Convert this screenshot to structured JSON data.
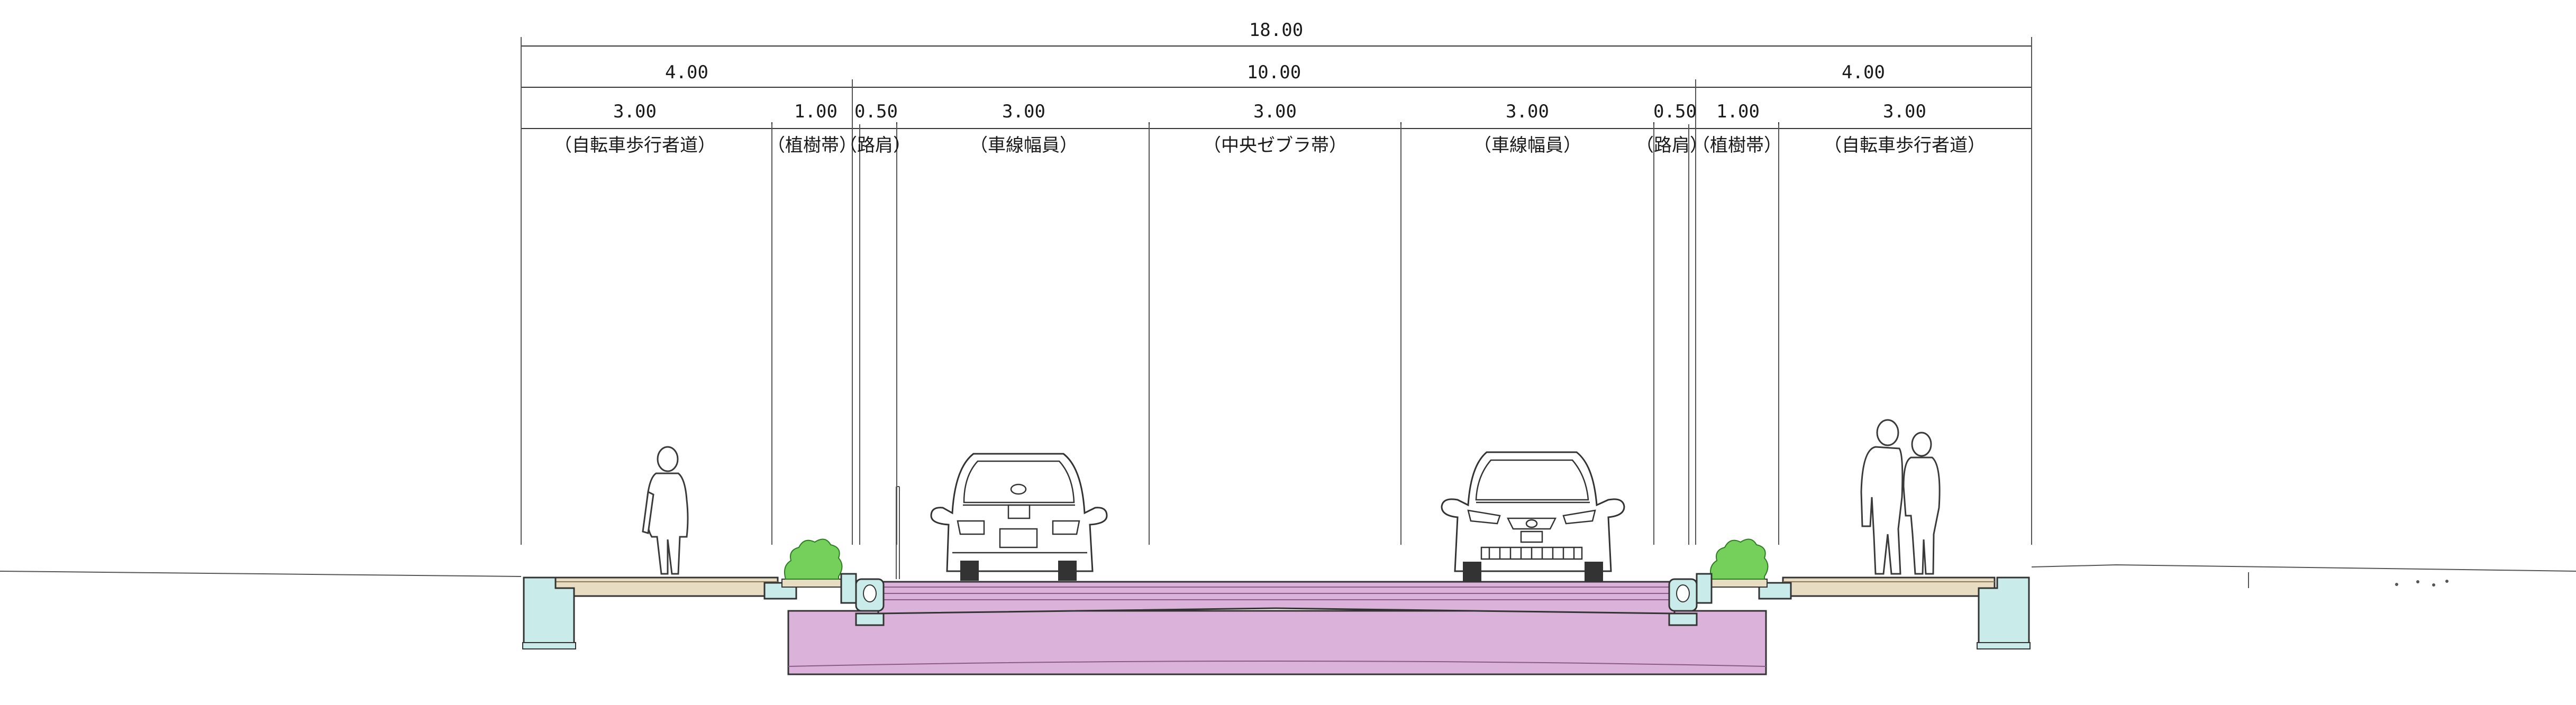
{
  "drawing": {
    "total": "18.00",
    "groups": [
      "4.00",
      "10.00",
      "4.00"
    ],
    "parts": [
      {
        "width": "3.00",
        "label": "（自転車歩行者道）"
      },
      {
        "width": "1.00",
        "label": "（植樹帯）"
      },
      {
        "width": "0.50",
        "label": "（路肩）"
      },
      {
        "width": "3.00",
        "label": "（車線幅員）"
      },
      {
        "width": "3.00",
        "label": "（中央ゼブラ帯）"
      },
      {
        "width": "3.00",
        "label": "（車線幅員）"
      },
      {
        "width": "0.50",
        "label": "（路肩）"
      },
      {
        "width": "1.00",
        "label": "（植樹帯）"
      },
      {
        "width": "3.00",
        "label": "（自転車歩行者道）"
      }
    ]
  },
  "colors": {
    "pavement": "#dbb2d9",
    "sidewalk": "#e8dcc2",
    "curb": "#c9ecea",
    "shrub": "#74d05a",
    "line": "#333333"
  },
  "icon_names": [
    "pedestrian-icon",
    "car-rear-icon",
    "car-front-icon",
    "shrub-icon",
    "couple-icon"
  ]
}
